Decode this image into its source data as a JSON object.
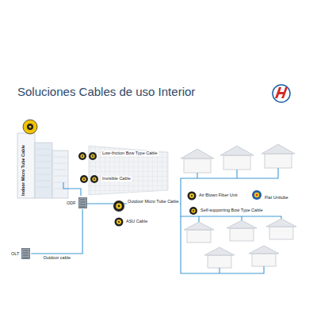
{
  "diagram": {
    "title": "Soluciones Cables de uso Interior",
    "nodes": [
      {
        "text": [
          "ODF"
        ]
      },
      {
        "text": [
          "OLT"
        ]
      }
    ],
    "edges": [
      {
        "from": 1,
        "to": 0,
        "arrow": "none",
        "label": "Outdoor cable"
      }
    ],
    "labels": [
      "Indoor Micro Tube Cable",
      "Low-friction Bow Type Cable",
      "Invisible Cable",
      "Outdoor Micro Tube Cable",
      "Air Blown Fiber Unit",
      "Flat Unitube",
      "Self-supporting Bow Type Cable",
      "ASU Cable"
    ]
  }
}
